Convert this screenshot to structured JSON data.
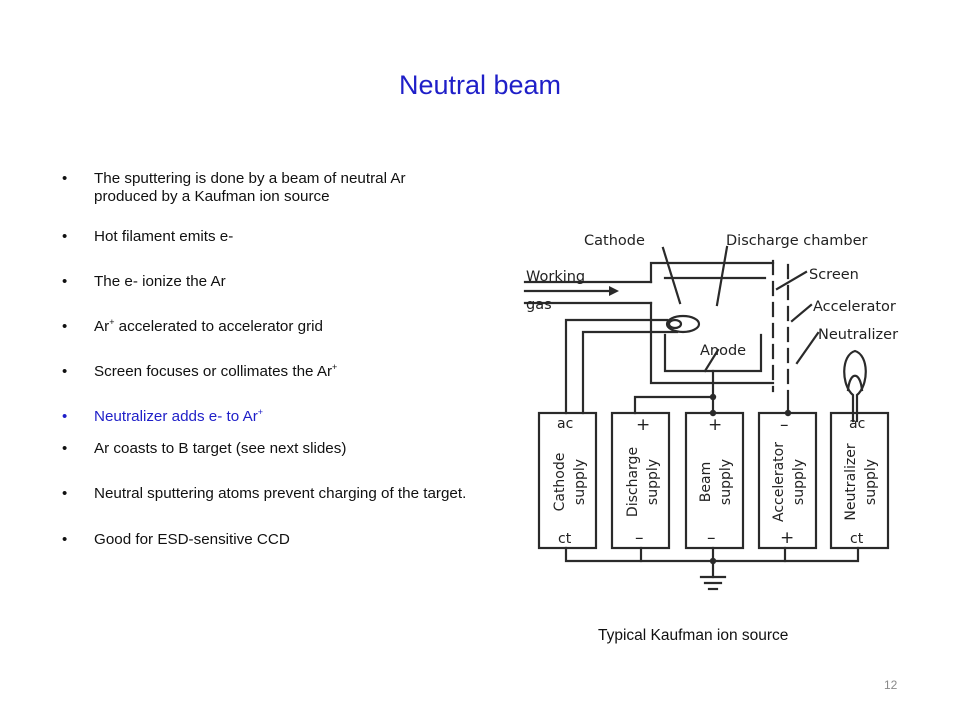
{
  "slide": {
    "title": "Neutral beam",
    "page_number": "12",
    "caption": "Typical Kaufman ion source"
  },
  "bullets": [
    {
      "text": "The sputtering is done by a beam of neutral Ar produced by a Kaufman ion source"
    },
    {
      "text": "Hot filament emits e-"
    },
    {
      "text": "The e- ionize the Ar"
    },
    {
      "text_pre": "Ar",
      "sup": "+",
      "text_post": " accelerated to accelerator grid"
    },
    {
      "text_pre": "Screen focuses or collimates the Ar",
      "sup": "+"
    },
    {
      "text_pre": "Neutralizer adds e- to Ar",
      "sup": "+"
    },
    {
      "text": "Ar coasts to B target (see next slides)"
    },
    {
      "text": "Neutral sputtering atoms prevent charging of the target."
    },
    {
      "text": "Good for ESD-sensitive CCD"
    }
  ],
  "colors": {
    "accent": "#1f1fc8",
    "text": "#111111"
  },
  "diagram": {
    "labels": {
      "cathode": "Cathode",
      "discharge_chamber": "Discharge chamber",
      "working": "Working",
      "gas": "gas",
      "screen": "Screen",
      "accelerator": "Accelerator",
      "neutralizer": "Neutralizer",
      "anode": "Anode"
    },
    "supplies": [
      {
        "top": "ac",
        "name1": "Cathode",
        "name2": "supply",
        "bottom": "ct"
      },
      {
        "top": "+",
        "name1": "Discharge",
        "name2": "supply",
        "bottom": "–"
      },
      {
        "top": "+",
        "name1": "Beam",
        "name2": "supply",
        "bottom": "–"
      },
      {
        "top": "–",
        "name1": "Accelerator",
        "name2": "supply",
        "bottom": "+"
      },
      {
        "top": "ac",
        "name1": "Neutralizer",
        "name2": "supply",
        "bottom": "ct"
      }
    ]
  }
}
